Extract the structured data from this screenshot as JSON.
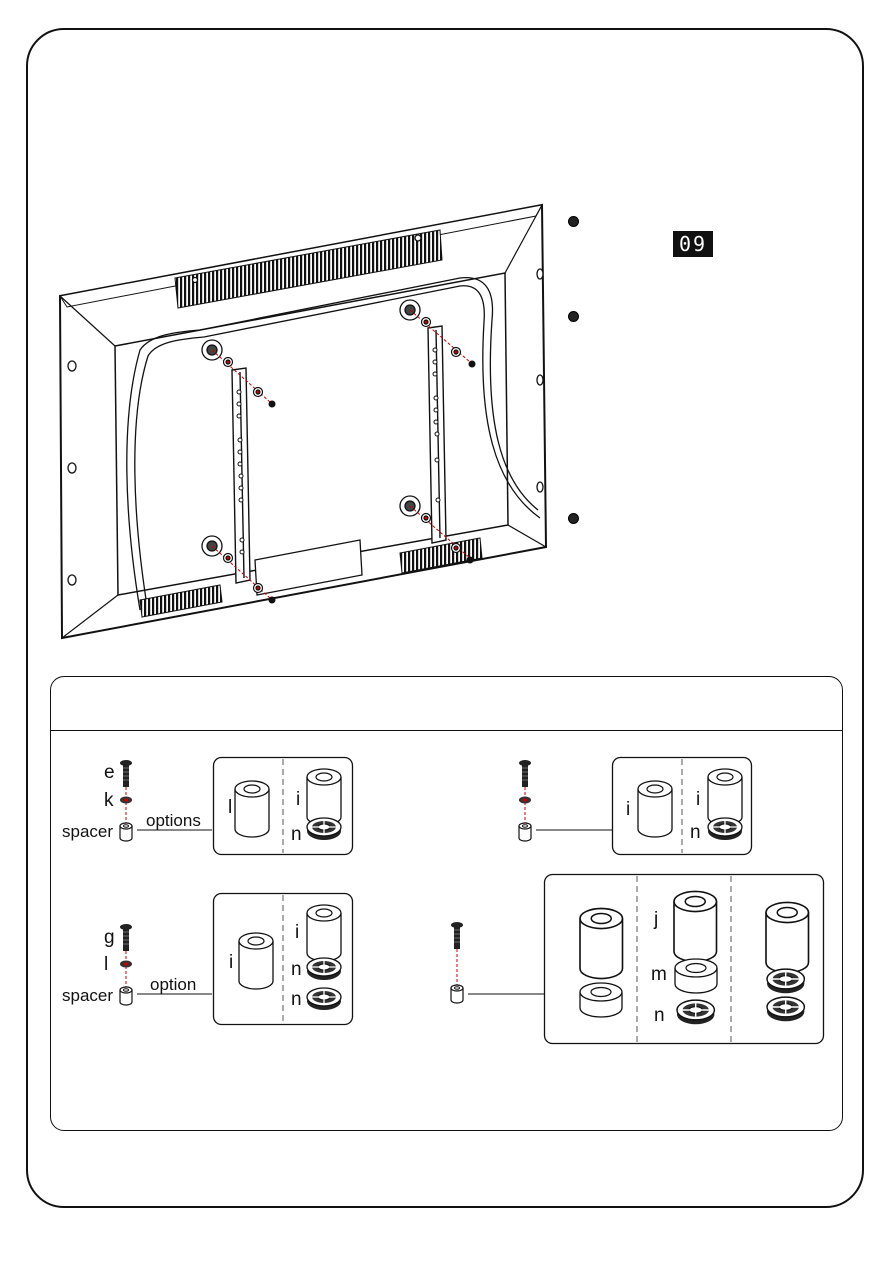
{
  "step": {
    "badge": "09"
  },
  "hardware": {
    "groups": [
      {
        "parts": {
          "screw": "e",
          "washer": "k",
          "spacer": "spacer"
        },
        "link_label": "options",
        "options": {
          "left": [
            "l"
          ],
          "right": [
            "i",
            "n"
          ]
        }
      },
      {
        "parts": {},
        "options": {
          "left": [
            "i"
          ],
          "right": [
            "i",
            "n"
          ]
        }
      },
      {
        "parts": {
          "screw": "g",
          "washer": "l",
          "spacer": "spacer"
        },
        "link_label": "option",
        "options": {
          "left": [
            "i"
          ],
          "right": [
            "i",
            "n",
            "n"
          ]
        }
      },
      {
        "parts": {},
        "options": {
          "middle": [
            "j",
            "m",
            "n"
          ]
        }
      }
    ]
  }
}
